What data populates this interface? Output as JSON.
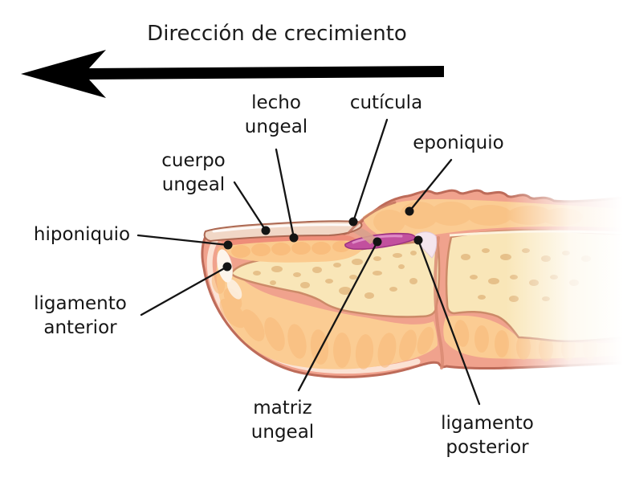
{
  "diagram": {
    "title": "Dirección de crecimiento",
    "labels": {
      "lecho_ungeal": "lecho\nungeal",
      "cuticula": "cutícula",
      "eponiquio": "eponiquio",
      "cuerpo_ungeal": "cuerpo\nungeal",
      "hiponiquio": "hiponiquio",
      "ligamento_anterior": "ligamento\nanterior",
      "matriz_ungeal": "matriz\nungeal",
      "ligamento_posterior": "ligamento\nposterior"
    },
    "icons": {
      "growth_direction_arrow": "arrow-left"
    },
    "colors": {
      "skin": "#f0a28d",
      "skin_outline": "#bd6b59",
      "fat": "#fbcc93",
      "fat_lobule": "#f8bb7b",
      "bone": "#f9e6b8",
      "nail_plate": "#f1d7c6",
      "nail_bed": "#ee8d79",
      "matrix": "#c2509e",
      "arrow": "#000000",
      "leader_line": "#141414"
    }
  }
}
